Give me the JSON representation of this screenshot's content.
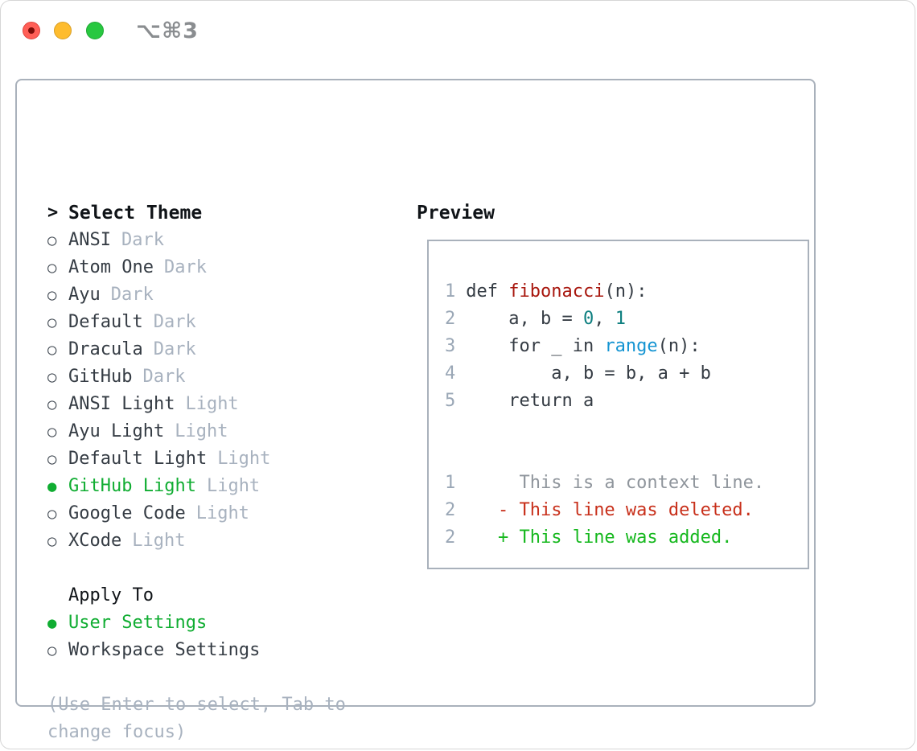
{
  "titlebar": {
    "shortcut": "⌥⌘3"
  },
  "colors": {
    "selection_green": "#10ad32",
    "diff_added_green": "#16b81e",
    "diff_deleted_red": "#c8301b",
    "keyword_red": "#a8170e",
    "number_teal": "#0e7f80",
    "builtin_blue": "#1494d2",
    "muted_gray": "#a8b2bf",
    "border_gray": "#a9b1bb",
    "traffic_red": "#ff5f57",
    "traffic_yellow": "#febc2e",
    "traffic_green": "#28c840"
  },
  "theme_panel": {
    "cursor": ">",
    "title": "Select Theme",
    "items": [
      {
        "marker": "○",
        "name": "ANSI",
        "variant": "Dark",
        "selected": false
      },
      {
        "marker": "○",
        "name": "Atom One",
        "variant": "Dark",
        "selected": false
      },
      {
        "marker": "○",
        "name": "Ayu",
        "variant": "Dark",
        "selected": false
      },
      {
        "marker": "○",
        "name": "Default",
        "variant": "Dark",
        "selected": false
      },
      {
        "marker": "○",
        "name": "Dracula",
        "variant": "Dark",
        "selected": false
      },
      {
        "marker": "○",
        "name": "GitHub",
        "variant": "Dark",
        "selected": false
      },
      {
        "marker": "○",
        "name": "ANSI Light",
        "variant": "Light",
        "selected": false
      },
      {
        "marker": "○",
        "name": "Ayu Light",
        "variant": "Light",
        "selected": false
      },
      {
        "marker": "○",
        "name": "Default Light",
        "variant": "Light",
        "selected": false
      },
      {
        "marker": "●",
        "name": "GitHub Light",
        "variant": "Light",
        "selected": true
      },
      {
        "marker": "○",
        "name": "Google Code",
        "variant": "Light",
        "selected": false
      },
      {
        "marker": "○",
        "name": "XCode",
        "variant": "Light",
        "selected": false
      }
    ],
    "apply_to": {
      "title": "Apply To",
      "items": [
        {
          "marker": "●",
          "name": "User Settings",
          "selected": true
        },
        {
          "marker": "○",
          "name": "Workspace Settings",
          "selected": false
        }
      ]
    },
    "hint_line1": "(Use Enter to select, Tab to",
    "hint_line2": "change focus)"
  },
  "preview": {
    "title": "Preview",
    "code_lines": [
      {
        "num": "1",
        "tokens": [
          {
            "text": "def ",
            "style": "plain"
          },
          {
            "text": "fibonacci",
            "style": "func"
          },
          {
            "text": "(n):",
            "style": "plain"
          }
        ]
      },
      {
        "num": "2",
        "tokens": [
          {
            "text": "    a, b = ",
            "style": "plain"
          },
          {
            "text": "0",
            "style": "num"
          },
          {
            "text": ", ",
            "style": "plain"
          },
          {
            "text": "1",
            "style": "num"
          }
        ]
      },
      {
        "num": "3",
        "tokens": [
          {
            "text": "    for _ in ",
            "style": "plain"
          },
          {
            "text": "range",
            "style": "builtin"
          },
          {
            "text": "(n):",
            "style": "plain"
          }
        ]
      },
      {
        "num": "4",
        "tokens": [
          {
            "text": "        a, b = b, a + b",
            "style": "plain"
          }
        ]
      },
      {
        "num": "5",
        "tokens": [
          {
            "text": "    return a",
            "style": "plain"
          }
        ]
      }
    ],
    "diff_lines": [
      {
        "num": "1",
        "text": "     This is a context line.",
        "kind": "context"
      },
      {
        "num": "2",
        "text": "   - This line was deleted.",
        "kind": "deleted"
      },
      {
        "num": "2",
        "text": "   + This line was added.",
        "kind": "added"
      }
    ]
  }
}
